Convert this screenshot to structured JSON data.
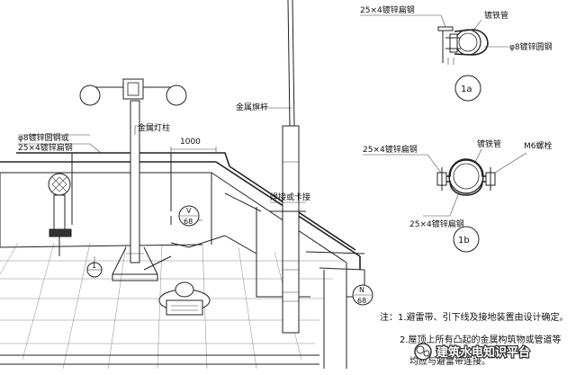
{
  "labels": {
    "round_or_flat": "φ8镀锌圆钢或",
    "flat_steel_top": "25×4镀锌扁钢",
    "metal_lamp": "金属灯柱",
    "dim_1000": "1000",
    "metal_rod": "金属旗杆",
    "weld_or_clamp": "焊接或卡接",
    "detail_v_letter": "V",
    "detail_v_num": "68",
    "detail_n_letter": "N",
    "detail_n_num": "68",
    "callout_1": "1"
  },
  "detail_a": {
    "flat_steel": "25×4镀锌扁钢",
    "iron_pipe": "镀铁管",
    "round_steel": "φ8镀锌圆钢",
    "id": "1a"
  },
  "detail_b": {
    "iron_pipe": "镀铁管",
    "bolt": "M6螺栓",
    "flat_steel_left": "25×4镀锌扁钢",
    "flat_steel_bottom": "25×4镀锌扁钢",
    "id": "1b"
  },
  "notes": {
    "line1": "注：1.避雷带、引下线及接地装置由设计确定。",
    "line2": "2.屋顶上所有凸起的金属构筑物或管道等",
    "line3": "均应与避雷带连接。"
  },
  "watermark": {
    "text": "建筑水电知识平台"
  }
}
